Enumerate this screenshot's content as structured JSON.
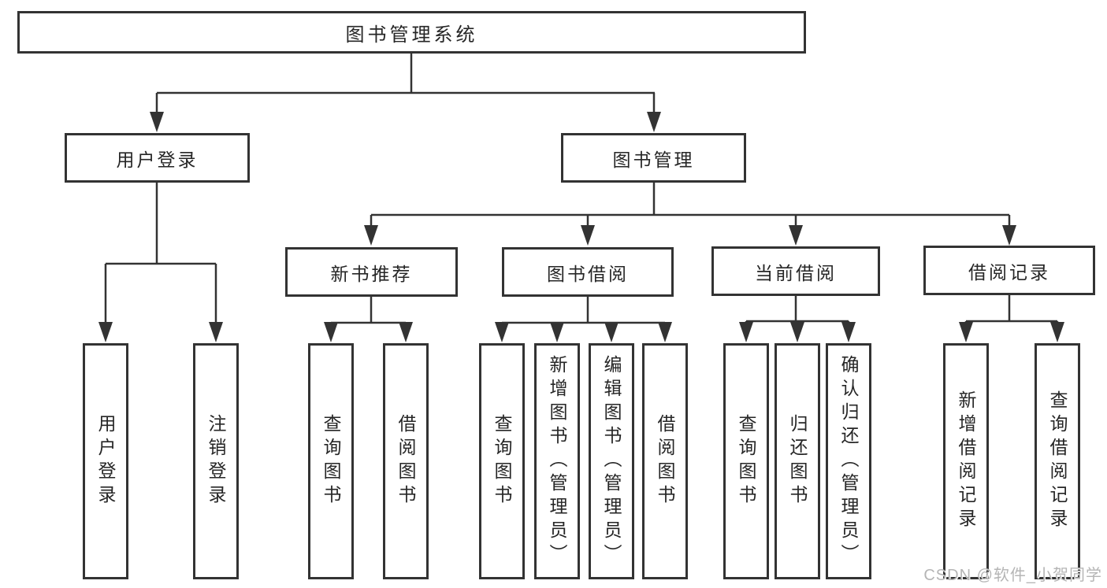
{
  "nodes": {
    "root": "图书管理系统",
    "user_login": "用户登录",
    "book_mgmt": "图书管理",
    "new_book_rec": "新书推荐",
    "book_borrow": "图书借阅",
    "current_borrow": "当前借阅",
    "borrow_records": "借阅记录",
    "ul_login": "用户登录",
    "ul_logout": "注销登录",
    "nbr_query_book": "查询图书",
    "nbr_borrow_book": "借阅图书",
    "bb_query_book": "查询图书",
    "bb_add_book_admin": "新增图书（管理员）",
    "bb_edit_book_admin": "编辑图书（管理员）",
    "bb_borrow_book": "借阅图书",
    "cb_query_book": "查询图书",
    "cb_return_book": "归还图书",
    "cb_confirm_return_admin": "确认归还（管理员）",
    "br_add_record": "新增借阅记录",
    "br_query_record": "查询借阅记录"
  },
  "hierarchy": {
    "图书管理系统": {
      "用户登录": [
        "用户登录",
        "注销登录"
      ],
      "图书管理": {
        "新书推荐": [
          "查询图书",
          "借阅图书"
        ],
        "图书借阅": [
          "查询图书",
          "新增图书（管理员）",
          "编辑图书（管理员）",
          "借阅图书"
        ],
        "当前借阅": [
          "查询图书",
          "归还图书",
          "确认归还（管理员）"
        ],
        "借阅记录": [
          "新增借阅记录",
          "查询借阅记录"
        ]
      }
    }
  },
  "watermark": {
    "text": "CSDN @软件_小贺同学"
  },
  "colors": {
    "line": "#333333",
    "box_border": "#333333",
    "text": "#262626",
    "watermark": "#b5b5b5",
    "background": "#ffffff"
  }
}
